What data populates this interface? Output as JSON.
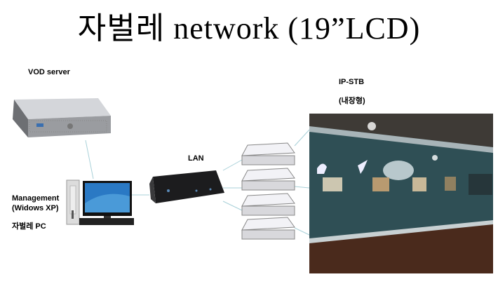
{
  "title": "자벌레 network (19”LCD)",
  "labels": {
    "vod_server": "VOD server",
    "lan": "LAN",
    "management_line1": "Management",
    "management_line2": "(Widows XP)",
    "pc_name": "자벌레 PC",
    "ipstb": "IP-STB",
    "ipstb_type": "(내장형)"
  },
  "colors": {
    "link_line": "#a8d0d8",
    "photo_wall": "#2f4f55",
    "photo_floor": "#4a2a1c"
  }
}
